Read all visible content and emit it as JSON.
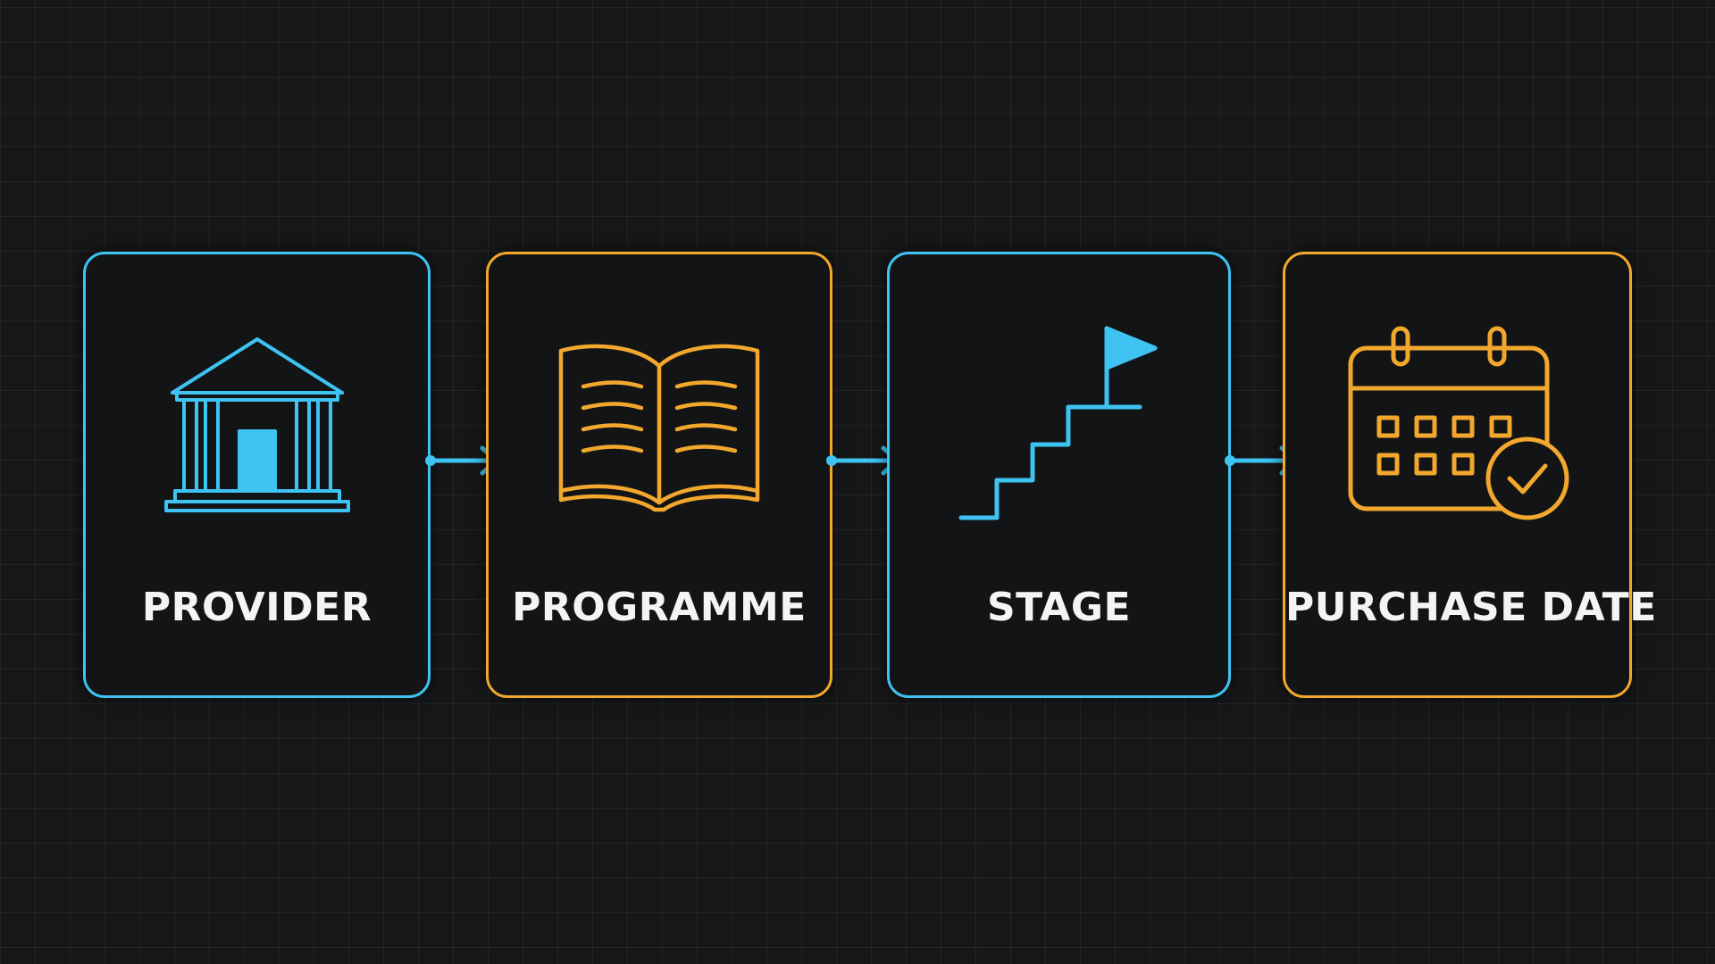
{
  "colors": {
    "blue": "#3ec3f2",
    "orange": "#f2a72d",
    "background": "#161718"
  },
  "steps": [
    {
      "label": "PROVIDER",
      "icon": "bank-building-icon",
      "accent": "#3ec3f2"
    },
    {
      "label": "PROGRAMME",
      "icon": "open-book-icon",
      "accent": "#f2a72d"
    },
    {
      "label": "STAGE",
      "icon": "stairs-flag-icon",
      "accent": "#3ec3f2"
    },
    {
      "label": "PURCHASE DATE",
      "icon": "calendar-check-icon",
      "accent": "#f2a72d"
    }
  ],
  "connectors": [
    {
      "from": "PROVIDER",
      "to": "PROGRAMME"
    },
    {
      "from": "PROGRAMME",
      "to": "STAGE"
    },
    {
      "from": "STAGE",
      "to": "PURCHASE DATE"
    }
  ]
}
